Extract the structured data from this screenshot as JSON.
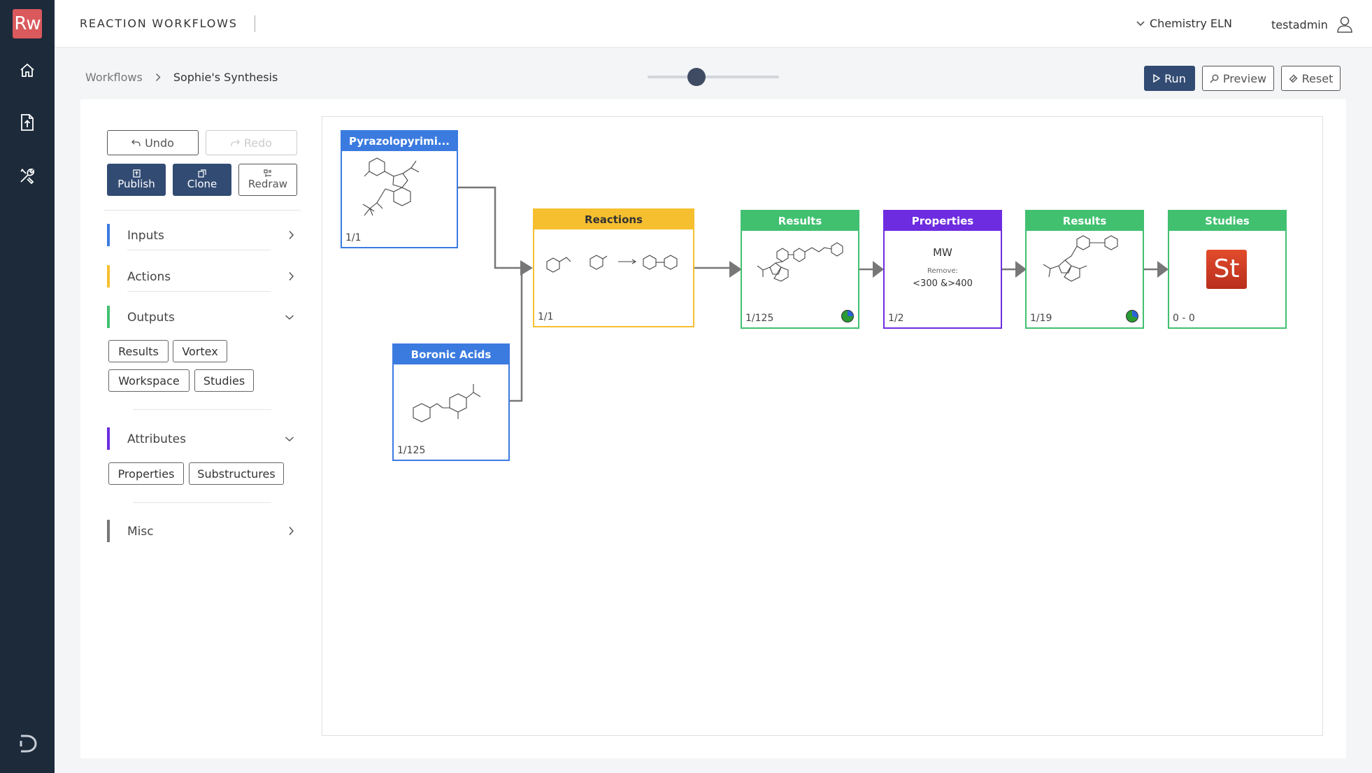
{
  "app": {
    "logo_text": "Rw",
    "title": "REACTION WORKFLOWS",
    "project_selector": "Chemistry ELN",
    "username": "testadmin"
  },
  "rail": {
    "items": [
      "home-icon",
      "document-upload-icon",
      "tools-icon"
    ]
  },
  "breadcrumb": {
    "parent": "Workflows",
    "current": "Sophie's Synthesis"
  },
  "zoom": {
    "level": 0.35
  },
  "toolbar": {
    "run_label": "Run",
    "preview_label": "Preview",
    "reset_label": "Reset"
  },
  "tools": {
    "undo_label": "Undo",
    "redo_label": "Redo",
    "publish_label": "Publish",
    "clone_label": "Clone",
    "redraw_label": "Redraw"
  },
  "sections": {
    "inputs": {
      "label": "Inputs",
      "color": "#3b7be0",
      "expanded": false
    },
    "actions": {
      "label": "Actions",
      "color": "#f6bf2f",
      "expanded": false
    },
    "outputs": {
      "label": "Outputs",
      "color": "#41c070",
      "expanded": true,
      "chips": [
        "Results",
        "Vortex",
        "Workspace",
        "Studies"
      ]
    },
    "attributes": {
      "label": "Attributes",
      "color": "#6d2ce0",
      "expanded": true,
      "chips": [
        "Properties",
        "Substructures"
      ]
    },
    "misc": {
      "label": "Misc",
      "color": "#777777",
      "expanded": false
    }
  },
  "nodes": {
    "pyrazolo": {
      "title": "Pyrazolopyrimi...",
      "count": "1/1",
      "type": "input"
    },
    "boronic": {
      "title": "Boronic Acids",
      "count": "1/125",
      "type": "input"
    },
    "reactions": {
      "title": "Reactions",
      "count": "1/1",
      "type": "action"
    },
    "results1": {
      "title": "Results",
      "count": "1/125",
      "type": "output"
    },
    "properties": {
      "title": "Properties",
      "count": "1/2",
      "type": "attribute",
      "property": "MW",
      "remove_label": "Remove:",
      "rule": "<300 &>400"
    },
    "results2": {
      "title": "Results",
      "count": "1/19",
      "type": "output"
    },
    "studies": {
      "title": "Studies",
      "count": "0 - 0",
      "type": "output",
      "logo_text": "St"
    }
  }
}
